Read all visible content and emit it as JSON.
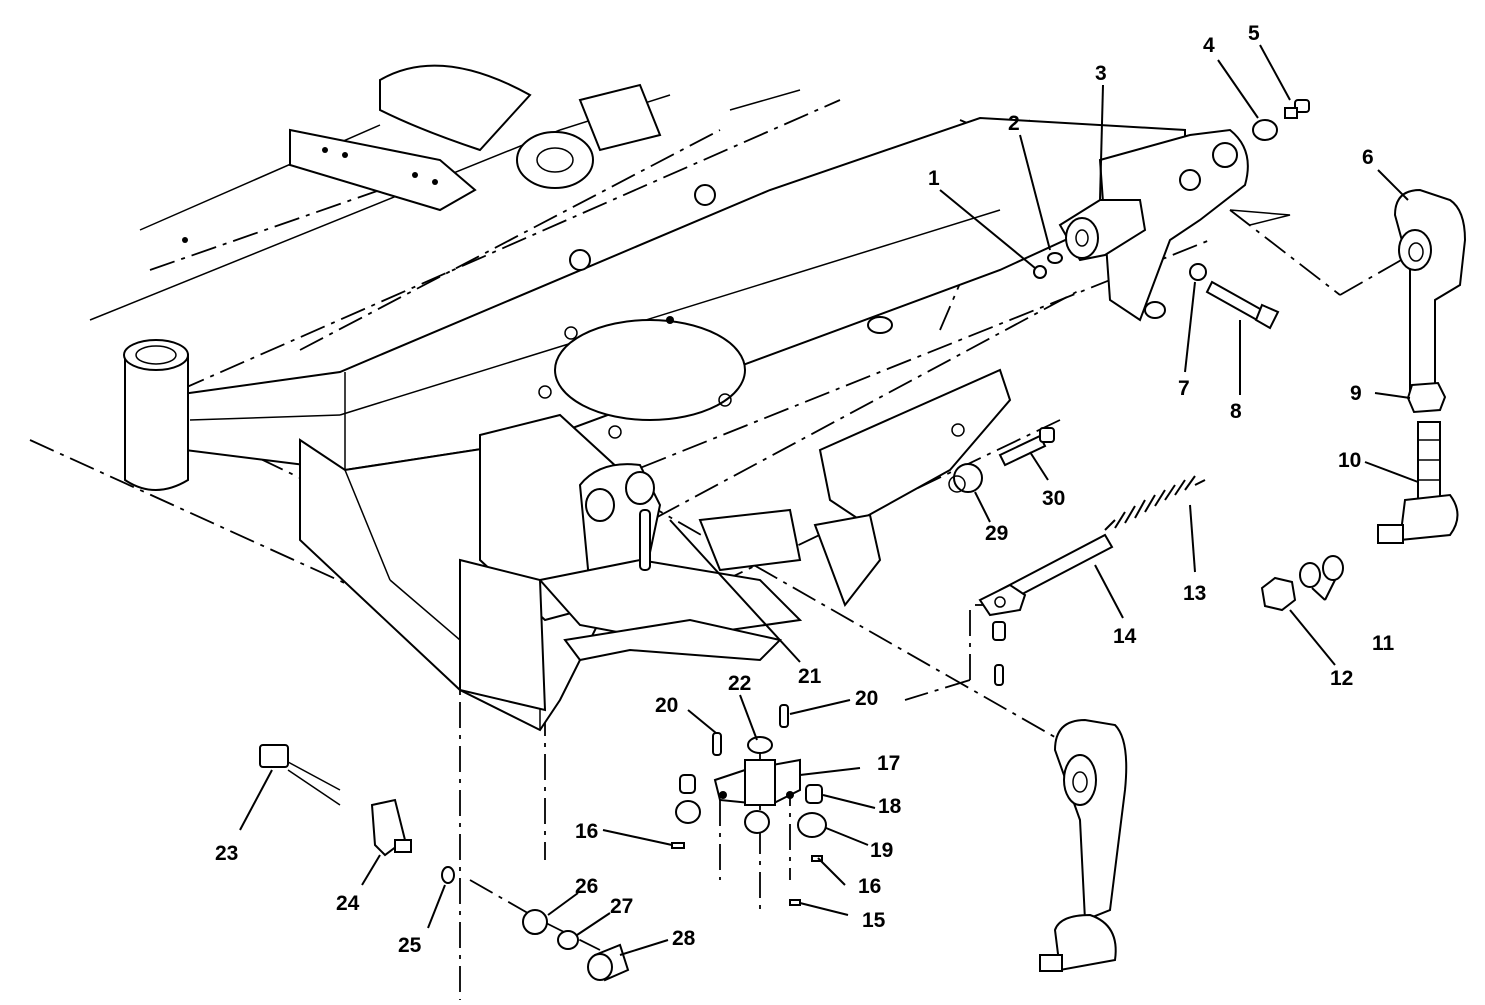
{
  "callouts": [
    {
      "id": "c1",
      "label": "1"
    },
    {
      "id": "c2",
      "label": "2"
    },
    {
      "id": "c3",
      "label": "3"
    },
    {
      "id": "c4",
      "label": "4"
    },
    {
      "id": "c5",
      "label": "5"
    },
    {
      "id": "c6",
      "label": "6"
    },
    {
      "id": "c7",
      "label": "7"
    },
    {
      "id": "c8",
      "label": "8"
    },
    {
      "id": "c9",
      "label": "9"
    },
    {
      "id": "c10",
      "label": "10"
    },
    {
      "id": "c11",
      "label": "11"
    },
    {
      "id": "c12",
      "label": "12"
    },
    {
      "id": "c13",
      "label": "13"
    },
    {
      "id": "c14",
      "label": "14"
    },
    {
      "id": "c15",
      "label": "15"
    },
    {
      "id": "c16a",
      "label": "16"
    },
    {
      "id": "c16b",
      "label": "16"
    },
    {
      "id": "c17",
      "label": "17"
    },
    {
      "id": "c18",
      "label": "18"
    },
    {
      "id": "c19",
      "label": "19"
    },
    {
      "id": "c20a",
      "label": "20"
    },
    {
      "id": "c20b",
      "label": "20"
    },
    {
      "id": "c21",
      "label": "21"
    },
    {
      "id": "c22",
      "label": "22"
    },
    {
      "id": "c23",
      "label": "23"
    },
    {
      "id": "c24",
      "label": "24"
    },
    {
      "id": "c25",
      "label": "25"
    },
    {
      "id": "c26",
      "label": "26"
    },
    {
      "id": "c27",
      "label": "27"
    },
    {
      "id": "c28",
      "label": "28"
    },
    {
      "id": "c29",
      "label": "29"
    },
    {
      "id": "c30",
      "label": "30"
    }
  ]
}
